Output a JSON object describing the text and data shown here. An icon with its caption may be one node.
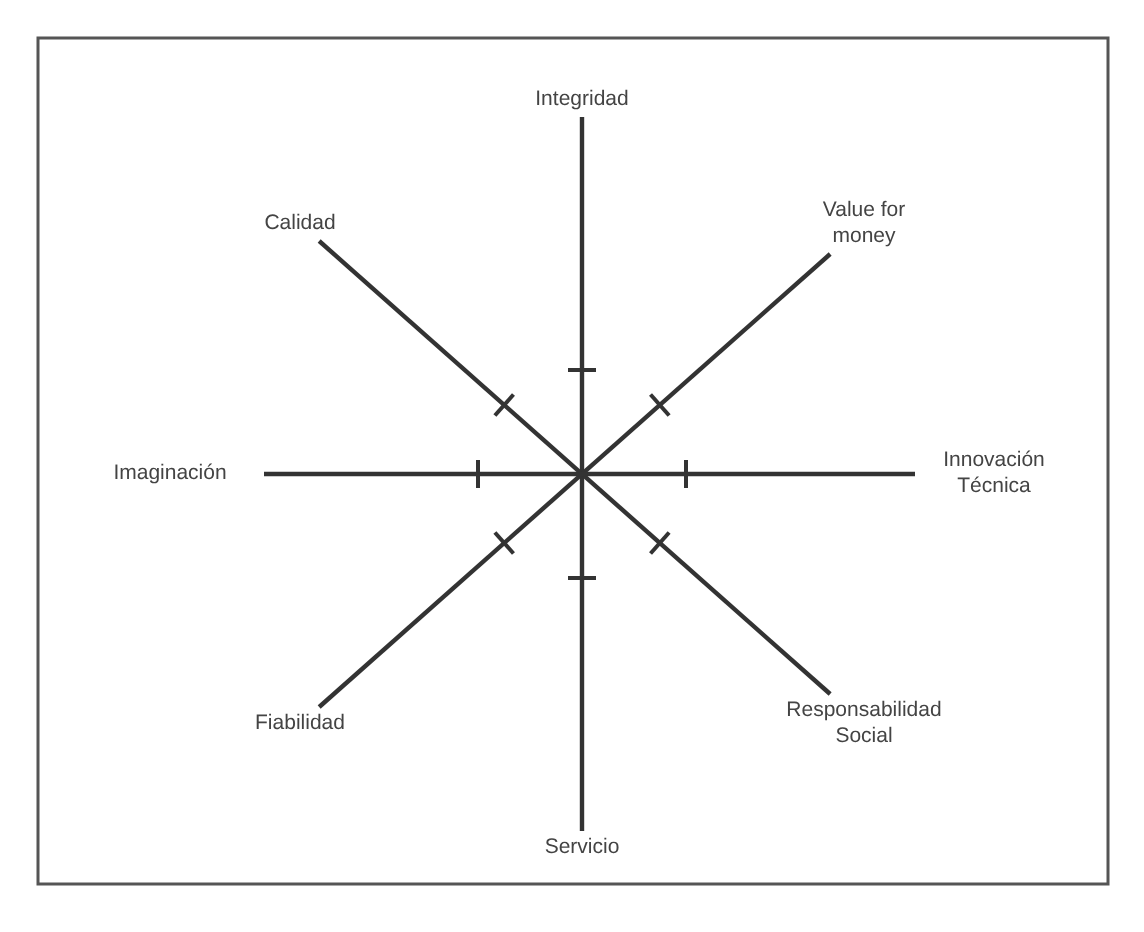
{
  "diagram": {
    "nodes": [
      {
        "text": [
          "Integridad"
        ]
      },
      {
        "text": [
          "Calidad"
        ]
      },
      {
        "text": [
          "Value for money"
        ]
      },
      {
        "text": [
          "Imaginación"
        ]
      },
      {
        "text": [
          "Innovación Técnica"
        ]
      },
      {
        "text": [
          "Fiabilidad"
        ]
      },
      {
        "text": [
          "Responsabilidad Social"
        ]
      },
      {
        "text": [
          "Servicio"
        ]
      }
    ],
    "edges": [
      {
        "from": 0,
        "to": 7,
        "arrow": "none"
      },
      {
        "from": 1,
        "to": 6,
        "arrow": "none"
      },
      {
        "from": 2,
        "to": 5,
        "arrow": "none"
      },
      {
        "from": 3,
        "to": 4,
        "arrow": "none"
      }
    ]
  }
}
